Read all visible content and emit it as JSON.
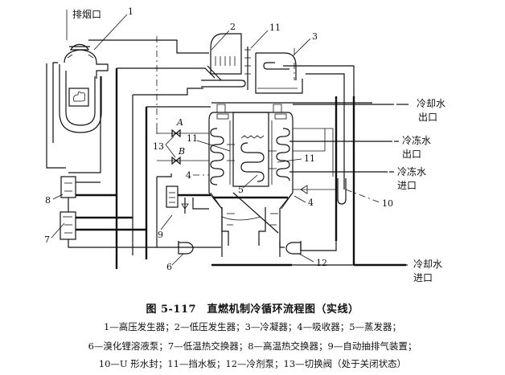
{
  "diagram": {
    "labels": {
      "exhaust": "排烟口",
      "cooling_water_outlet_1": "冷却水",
      "cooling_water_outlet_2": "出口",
      "chilled_water_outlet_1": "冷冻水",
      "chilled_water_outlet_2": "出口",
      "chilled_water_inlet_1": "冷冻水",
      "chilled_water_inlet_2": "进口",
      "cooling_water_inlet_1": "冷却水",
      "cooling_water_inlet_2": "进口",
      "valve_a": "A",
      "valve_b": "B"
    },
    "callouts": {
      "n1": "1",
      "n2": "2",
      "n3": "3",
      "n4_left": "4",
      "n4_right": "4",
      "n5": "5",
      "n6": "6",
      "n7": "7",
      "n8": "8",
      "n9": "9",
      "n10": "10",
      "n11_top": "11",
      "n11_left": "11",
      "n11_right": "11",
      "n12": "12",
      "n13": "13"
    }
  },
  "caption": {
    "title": "图 5-117　直燃机制冷循环流程图（实线）",
    "legend": [
      "1—高压发生器；2—低压发生器；3—冷凝器；4—吸收器；5—蒸发器；",
      "6—溴化锂溶液泵；7—低温热交换器；8—高温热交换器；9—自动抽排气装置；",
      "10—U 形水封；11—挡水板；12—冷剂泵；13—切换阀（处于关闭状态）"
    ]
  }
}
